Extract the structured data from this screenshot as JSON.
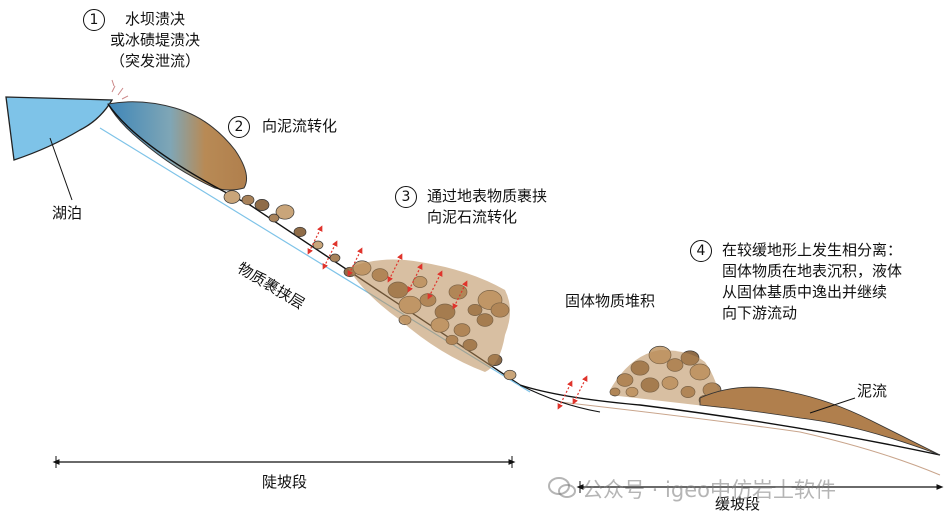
{
  "steps": [
    {
      "num": "1",
      "lines": [
        "水坝溃决",
        "或冰碛堤溃决",
        "（突发泄流）"
      ]
    },
    {
      "num": "2",
      "lines": [
        "向泥流转化"
      ]
    },
    {
      "num": "3",
      "lines": [
        "通过地表物质裹挟",
        "向泥石流转化"
      ]
    },
    {
      "num": "4",
      "lines": [
        "在较缓地形上发生相分离：",
        "固体物质在地表沉积，液体",
        "从固体基质中逸出并继续",
        "向下游流动"
      ]
    }
  ],
  "labels": {
    "lake": "湖泊",
    "entrainment_layer": "物质裹挟层",
    "solid_deposit": "固体物质堆积",
    "mudflow": "泥流",
    "steep_section": "陡坡段",
    "gentle_section": "缓坡段"
  },
  "watermark": "公众号 · igeo中仿岩土软件",
  "colors": {
    "lake": "#7ec3e8",
    "flow_dark": "#3e86b8",
    "mud": "#b88a55",
    "boulder": "#a8825a",
    "arrow": "#e0342c"
  }
}
